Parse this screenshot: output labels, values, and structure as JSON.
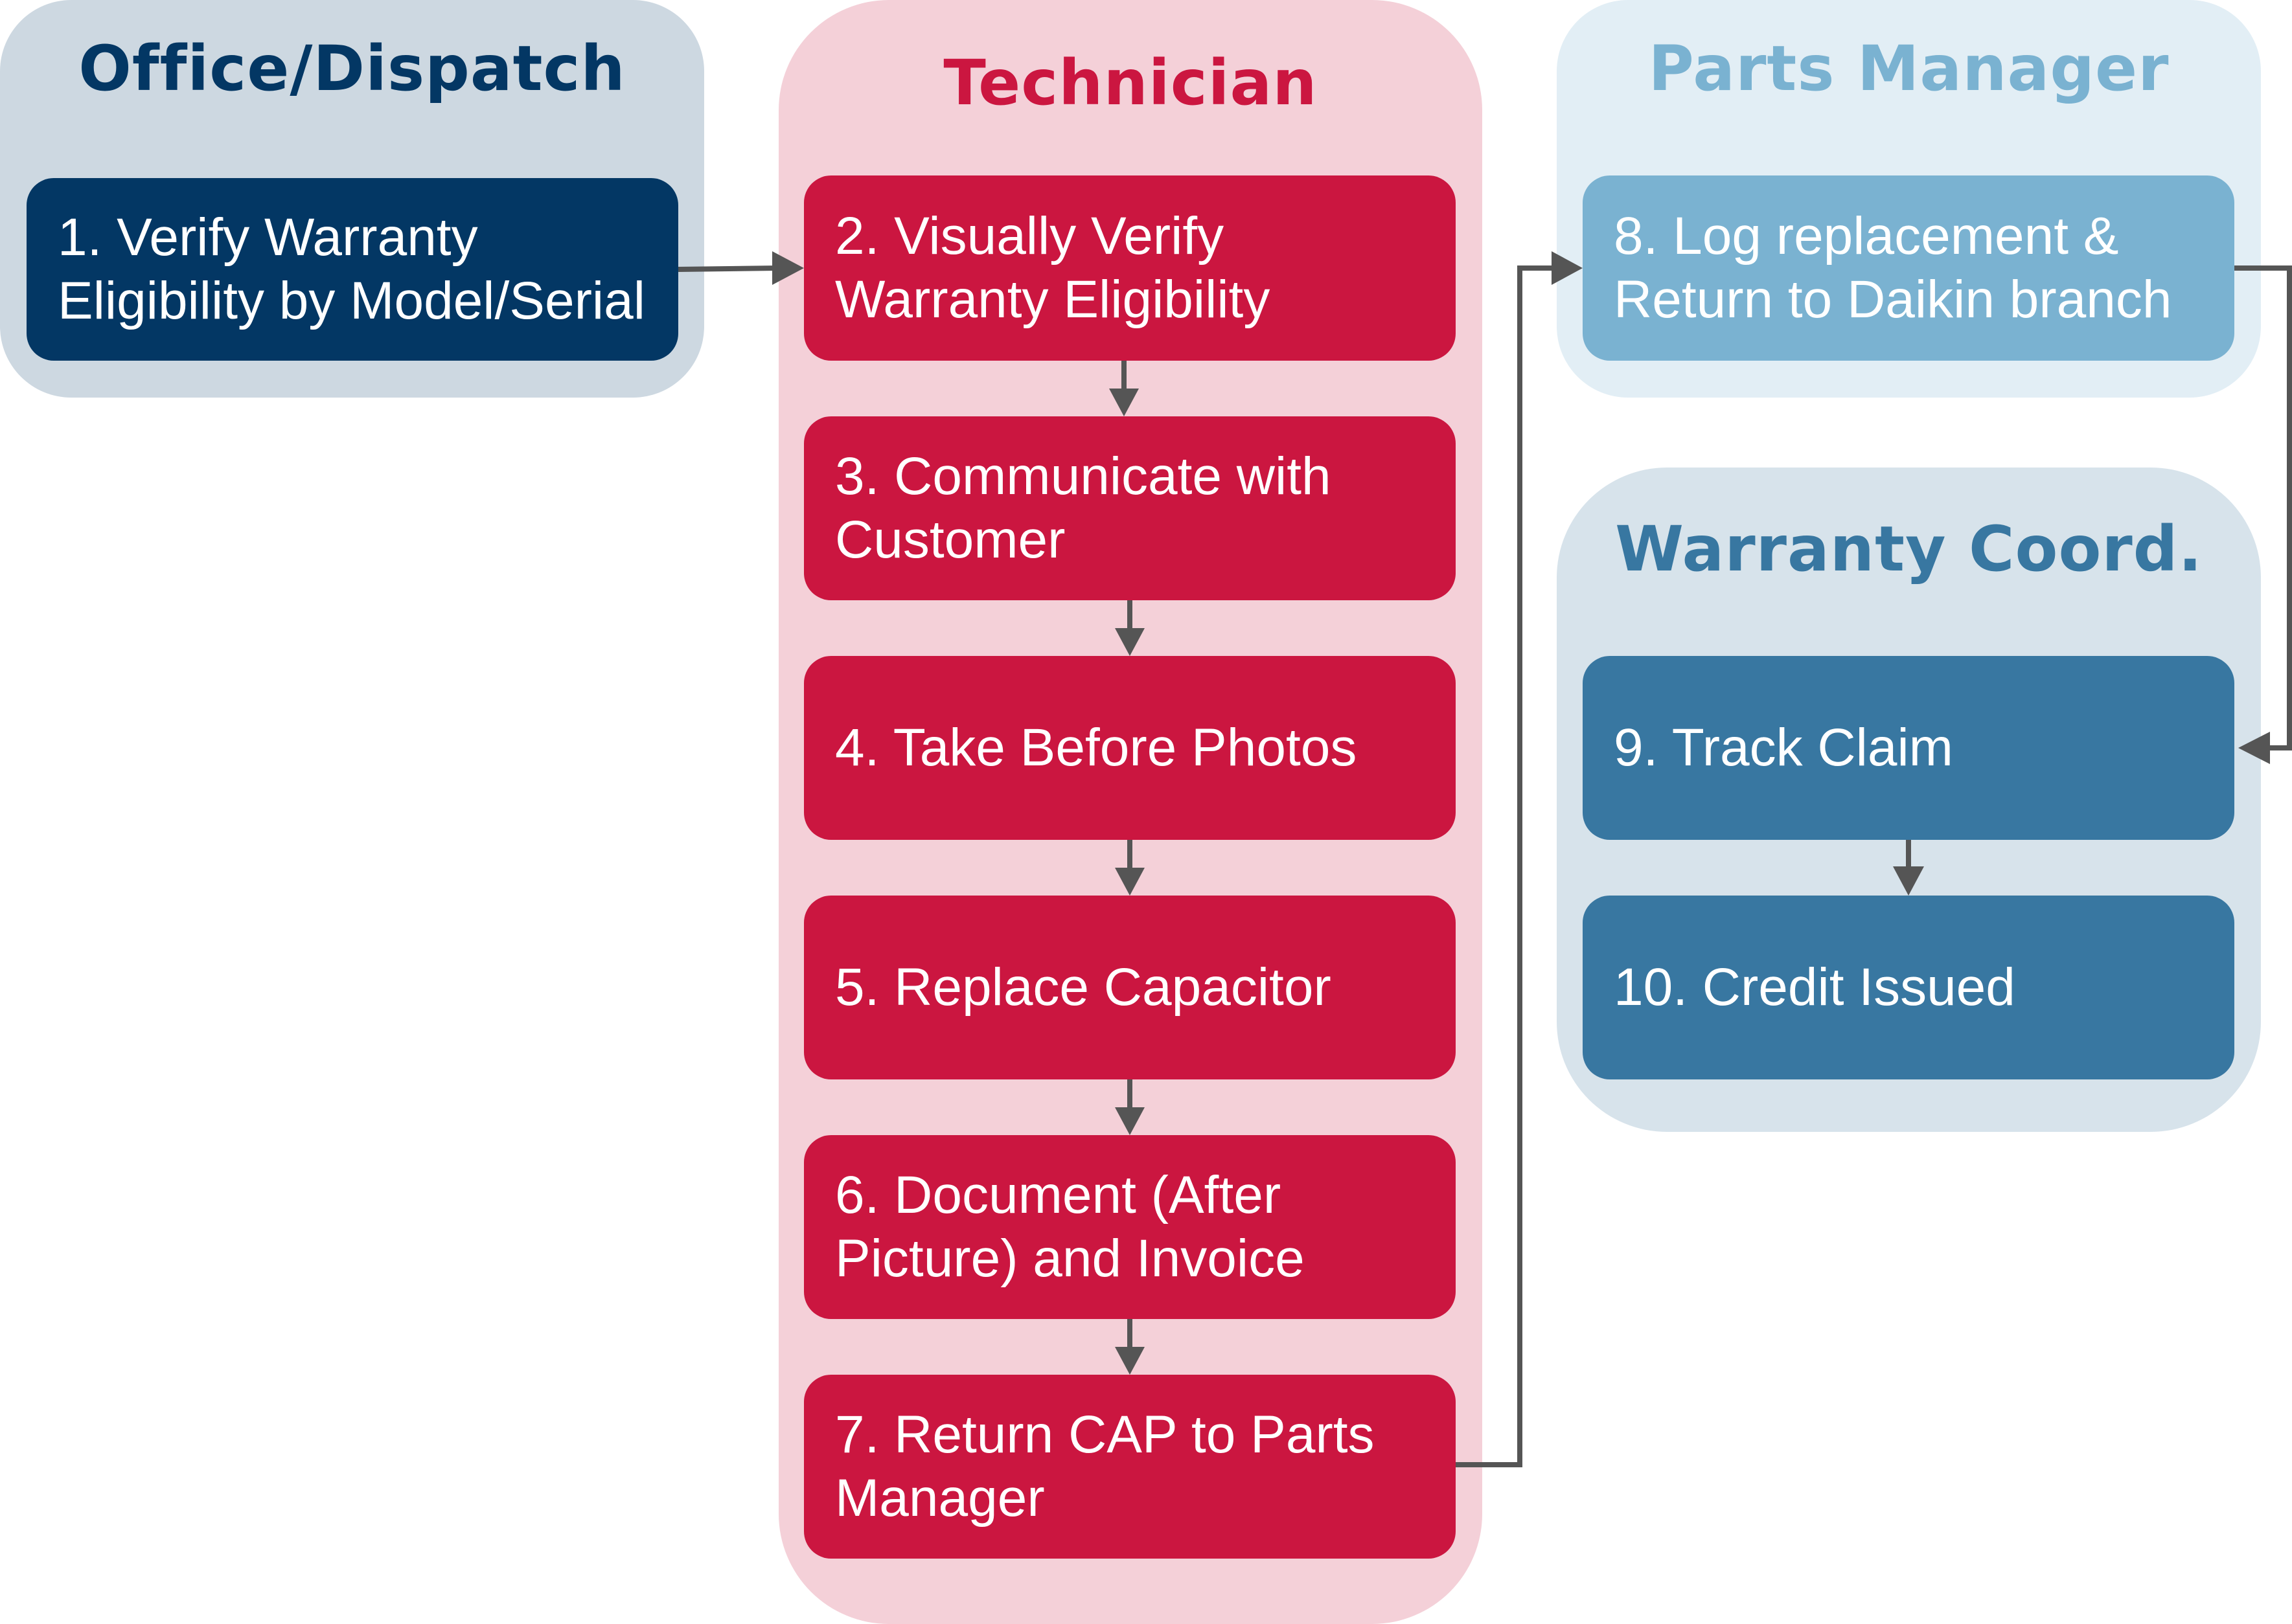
{
  "colors": {
    "office_lane": "#cdd8e1",
    "office_step": "#033764",
    "office_title": "#033764",
    "technician_lane": "#f4d0d8",
    "technician_step": "#cb1640",
    "technician_title": "#cb1640",
    "parts_lane": "#e2eef5",
    "parts_step": "#7ab2d1",
    "parts_title": "#7ab2d1",
    "warranty_lane": "#d7e3eb",
    "warranty_step": "#3877a1",
    "warranty_title": "#3877a1",
    "connector": "#555555"
  },
  "lanes": {
    "office": {
      "title": "Office/Dispatch",
      "steps": [
        {
          "line1": "1. Verify Warranty",
          "line2": "Eligibility by Model/Serial"
        }
      ]
    },
    "technician": {
      "title": "Technician",
      "steps": [
        {
          "line1": "2. Visually Verify",
          "line2": "Warranty Eligibility"
        },
        {
          "line1": "3. Communicate with",
          "line2": "Customer"
        },
        {
          "line1": "4. Take Before Photos",
          "line2": ""
        },
        {
          "line1": "5. Replace Capacitor",
          "line2": ""
        },
        {
          "line1": "6. Document (After",
          "line2": "Picture) and Invoice"
        },
        {
          "line1": "7. Return CAP to Parts",
          "line2": "Manager"
        }
      ]
    },
    "parts": {
      "title": "Parts Manager",
      "steps": [
        {
          "line1": "8. Log replacement &",
          "line2": "Return to Daikin branch"
        }
      ]
    },
    "warranty": {
      "title": "Warranty Coord.",
      "steps": [
        {
          "line1": "9. Track Claim",
          "line2": ""
        },
        {
          "line1": "10. Credit Issued",
          "line2": ""
        }
      ]
    }
  },
  "flow": [
    {
      "from": "1",
      "to": "2"
    },
    {
      "from": "2",
      "to": "3"
    },
    {
      "from": "3",
      "to": "4"
    },
    {
      "from": "4",
      "to": "5"
    },
    {
      "from": "5",
      "to": "6"
    },
    {
      "from": "6",
      "to": "7"
    },
    {
      "from": "7",
      "to": "8"
    },
    {
      "from": "8",
      "to": "9"
    },
    {
      "from": "9",
      "to": "10"
    }
  ]
}
